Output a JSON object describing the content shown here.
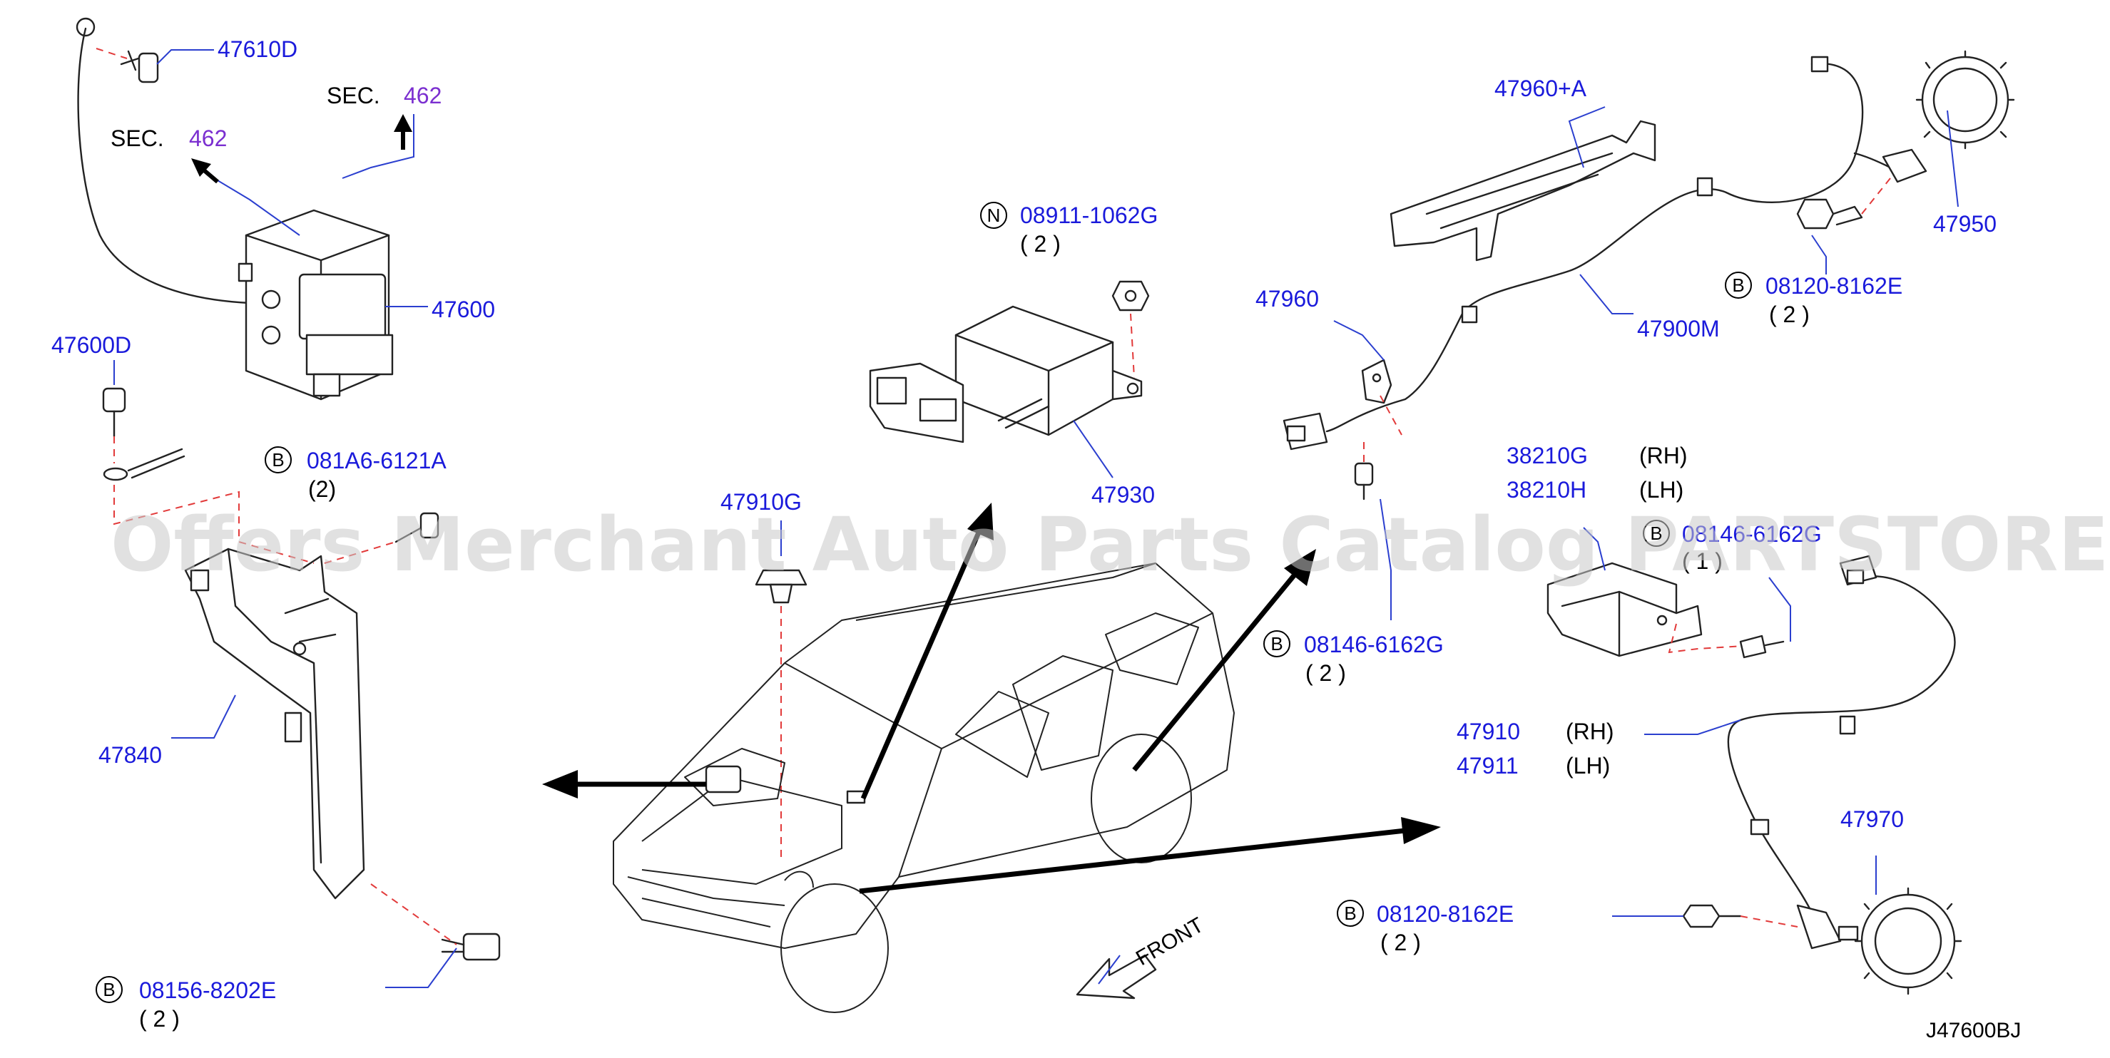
{
  "watermark": "Offers Merchant Auto Parts Catalog PARTSTORE.SA",
  "diagram_code": "J47600BJ",
  "front_label": "FRONT",
  "sec_refs": [
    {
      "prefix": "SEC.",
      "number": "462"
    },
    {
      "prefix": "SEC.",
      "number": "462"
    }
  ],
  "callouts": {
    "p47610D": "47610D",
    "p47600": "47600",
    "p47600D": "47600D",
    "p081A6_marker": "B",
    "p081A6": "081A6-6121A",
    "p081A6_qty": "(2)",
    "p47840": "47840",
    "p08156_marker": "B",
    "p08156": "08156-8202E",
    "p08156_qty": "( 2 )",
    "p47910G": "47910G",
    "p08911_marker": "N",
    "p08911": "08911-1062G",
    "p08911_qty": "( 2 )",
    "p47930": "47930",
    "p47960A": "47960+A",
    "p47960": "47960",
    "p47900M": "47900M",
    "p47950": "47950",
    "p08120a_marker": "B",
    "p08120a": "08120-8162E",
    "p08120a_qty": "( 2 )",
    "p38210G": "38210G",
    "p38210G_side": "(RH)",
    "p38210H": "38210H",
    "p38210H_side": "(LH)",
    "p08146a_marker": "B",
    "p08146a": "08146-6162G",
    "p08146a_qty": "( 1 )",
    "p08146b_marker": "B",
    "p08146b": "08146-6162G",
    "p08146b_qty": "( 2 )",
    "p47910": "47910",
    "p47910_side": "(RH)",
    "p47911": "47911",
    "p47911_side": "(LH)",
    "p47970": "47970",
    "p08120b_marker": "B",
    "p08120b": "08120-8162E",
    "p08120b_qty": "( 2 )"
  },
  "colors": {
    "part_number": "#1a1adb",
    "section_ref": "#7b2fd0",
    "leader_line": "#2b3fcf",
    "fastener_dash": "#e23a3a",
    "watermark": "#c9c9c9"
  }
}
